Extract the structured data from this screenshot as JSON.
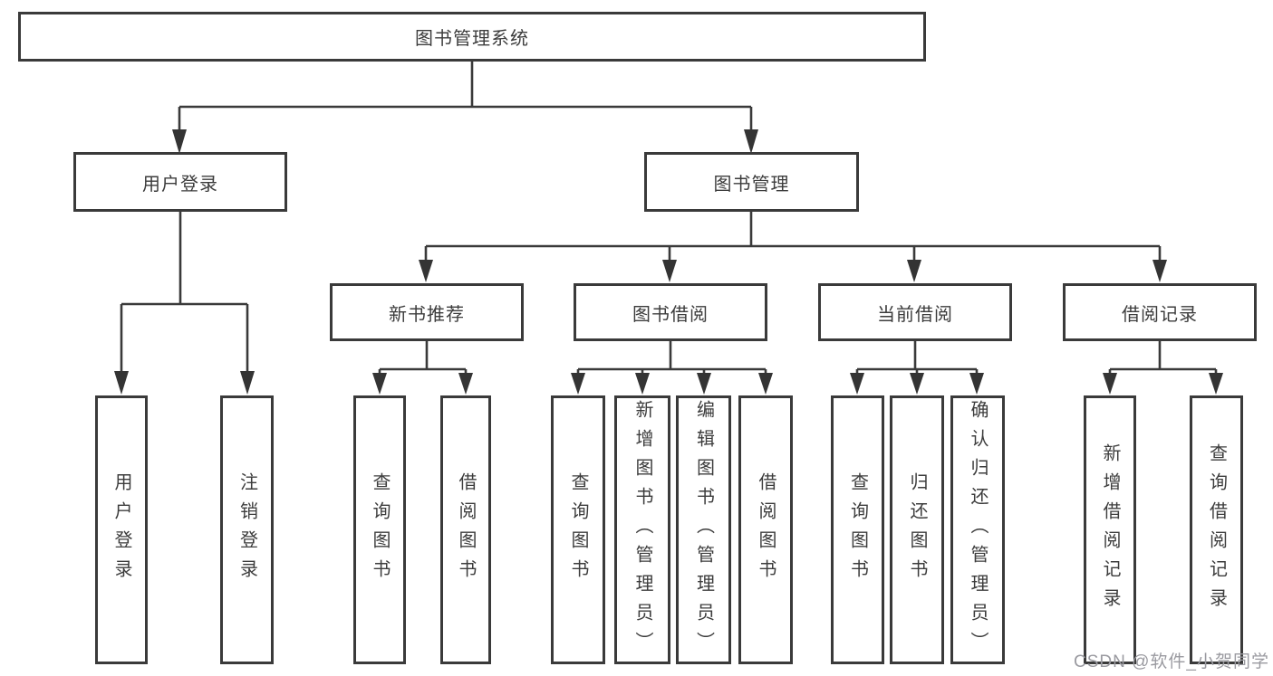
{
  "diagram": {
    "root": {
      "label": "图书管理系统"
    },
    "level2": {
      "user_login": {
        "label": "用户登录"
      },
      "book_mgmt": {
        "label": "图书管理"
      }
    },
    "level3": {
      "new_book_rec": {
        "label": "新书推荐"
      },
      "book_borrow": {
        "label": "图书借阅"
      },
      "current_borrow": {
        "label": "当前借阅"
      },
      "borrow_records": {
        "label": "借阅记录"
      }
    },
    "leaves": {
      "login": {
        "label": "用户登录"
      },
      "logout": {
        "label": "注销登录"
      },
      "rec_query_books": {
        "label": "查询图书"
      },
      "rec_borrow_books": {
        "label": "借阅图书"
      },
      "bb_query_books": {
        "label": "查询图书"
      },
      "bb_add_books": {
        "label": "新增图书（管理员）"
      },
      "bb_edit_books": {
        "label": "编辑图书（管理员）"
      },
      "bb_borrow_books": {
        "label": "借阅图书"
      },
      "cb_query_books": {
        "label": "查询图书"
      },
      "cb_return_books": {
        "label": "归还图书"
      },
      "cb_confirm_return": {
        "label": "确认归还（管理员）"
      },
      "rc_add_record": {
        "label": "新增借阅记录"
      },
      "rc_query_record": {
        "label": "查询借阅记录"
      }
    }
  },
  "watermark": {
    "text": "CSDN @软件_小贺同学"
  },
  "colors": {
    "line": "#3a3a3a",
    "text": "#3c3c3c",
    "watermark": "#9a9aa0",
    "background": "#ffffff"
  }
}
